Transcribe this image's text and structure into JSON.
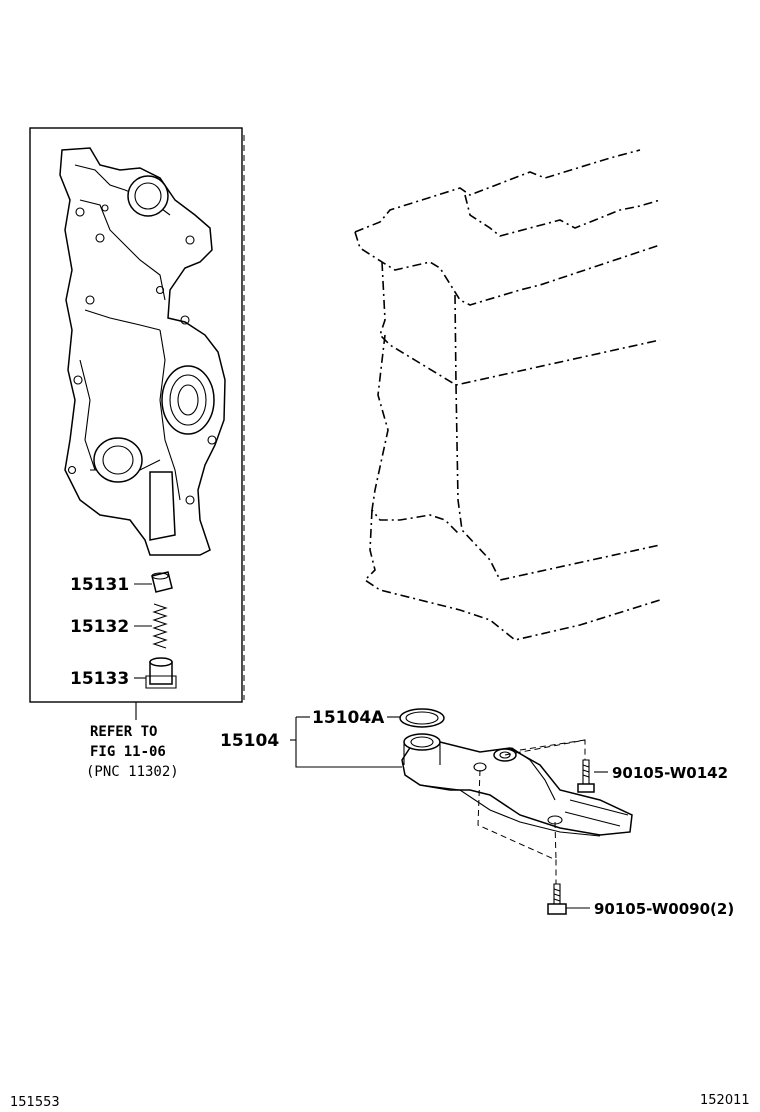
{
  "parts": {
    "p15131": "15131",
    "p15132": "15132",
    "p15133": "15133",
    "p15104": "15104",
    "p15104a": "15104A",
    "bolt_top": "90105-W0142",
    "bolt_bottom": "90105-W0090(2)"
  },
  "reference": {
    "line1": "REFER TO",
    "line2": "FIG 11-06",
    "line3": "(PNC 11302)"
  },
  "footer": {
    "left_code": "151553",
    "right_code": "152011"
  }
}
